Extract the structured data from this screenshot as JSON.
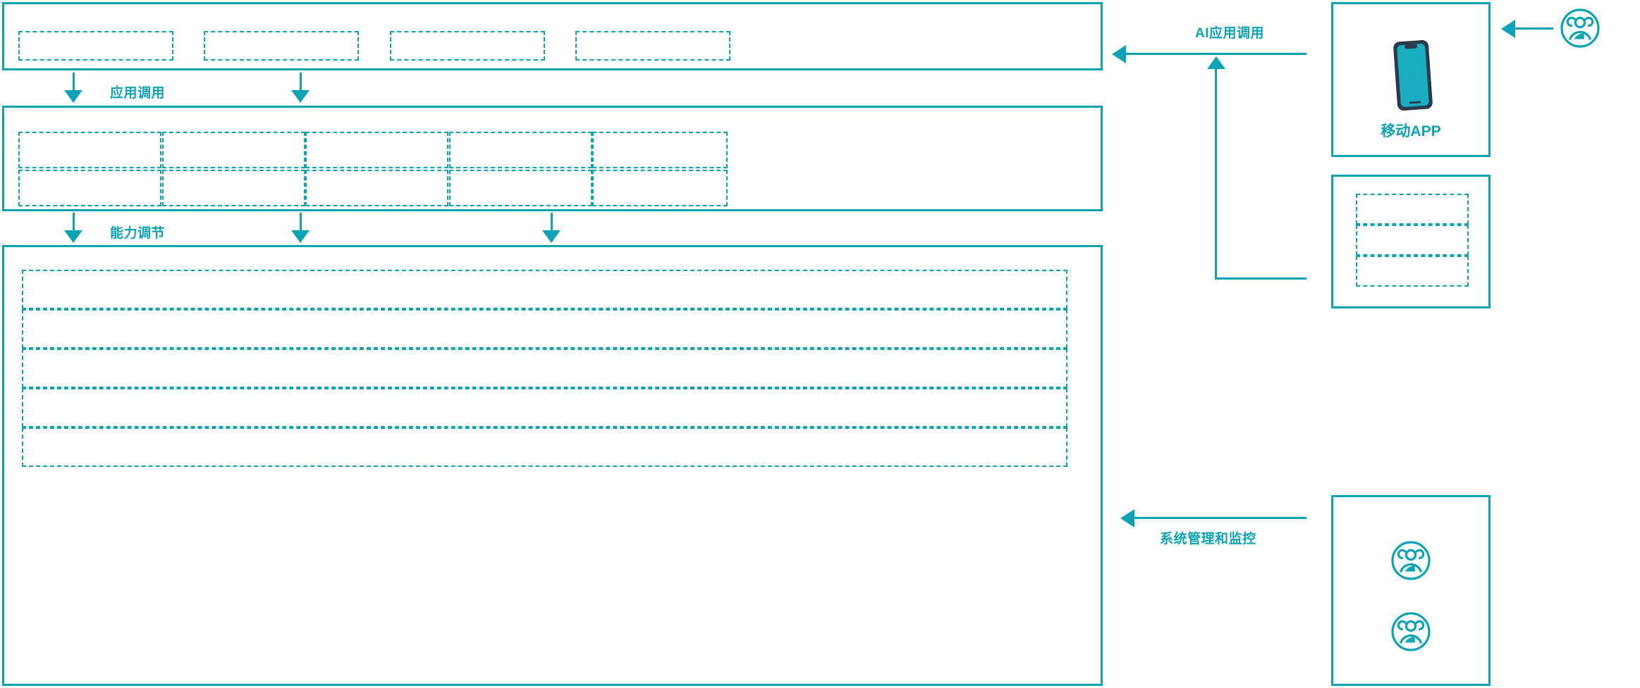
{
  "theme": {
    "accent": "#0DA3B5",
    "icon_dark": "#2B3A4A",
    "background": "#FFFFFF"
  },
  "diagram": {
    "type": "layered-architecture",
    "layers": [
      {
        "id": "application-layer",
        "slot_count": 4,
        "slots": [
          {
            "label": ""
          },
          {
            "label": ""
          },
          {
            "label": ""
          },
          {
            "label": ""
          }
        ]
      },
      {
        "id": "capability-layer",
        "columns": 5,
        "rows": 2,
        "slot_count": 10,
        "slots": [
          {
            "label": ""
          },
          {
            "label": ""
          },
          {
            "label": ""
          },
          {
            "label": ""
          },
          {
            "label": ""
          },
          {
            "label": ""
          },
          {
            "label": ""
          },
          {
            "label": ""
          },
          {
            "label": ""
          },
          {
            "label": ""
          }
        ]
      },
      {
        "id": "platform-layer",
        "slot_count": 5,
        "slots": [
          {
            "label": ""
          },
          {
            "label": ""
          },
          {
            "label": ""
          },
          {
            "label": ""
          },
          {
            "label": ""
          }
        ]
      }
    ],
    "connectors": [
      {
        "id": "application-call",
        "label": "应用调用",
        "direction": "down"
      },
      {
        "id": "capability-adjust",
        "label": "能力调节",
        "direction": "down"
      },
      {
        "id": "ai-application-call",
        "label": "AI应用调用",
        "direction": "left"
      },
      {
        "id": "system-admin-monitor",
        "label": "系统管理和监控",
        "direction": "left"
      }
    ],
    "side_panels": [
      {
        "id": "mobile-app-panel",
        "caption": "移动APP",
        "icon": "mobile-phone-icon"
      },
      {
        "id": "channel-panel",
        "caption": "",
        "slot_count": 3,
        "slots": [
          {
            "label": ""
          },
          {
            "label": ""
          },
          {
            "label": ""
          }
        ]
      },
      {
        "id": "operations-panel",
        "caption": "",
        "icons": [
          "user-group-icon",
          "user-group-icon"
        ]
      }
    ],
    "external_actor": {
      "id": "end-user",
      "icon": "user-group-icon",
      "label": ""
    }
  }
}
